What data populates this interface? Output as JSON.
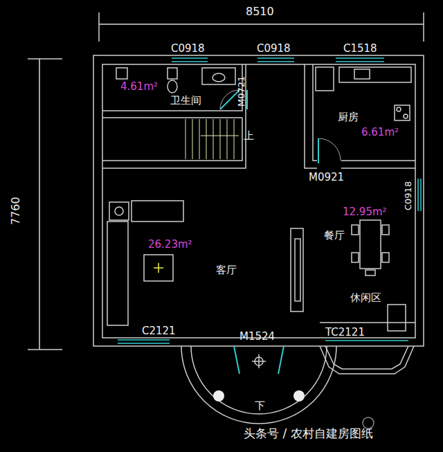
{
  "diagram": {
    "nodes": [
      {
        "text": [
          "4.61m²",
          "卫生间"
        ]
      },
      {
        "text": [
          "厨房",
          "6.61m²"
        ]
      }
    ],
    "labels": [
      "8510",
      "7760",
      "C0918",
      "C0918",
      "C1518",
      "M0721",
      "上",
      "M0921",
      "C0918",
      "26.23m²",
      "客厅",
      "12.95m²",
      "餐厅",
      "休闲区",
      "C2121",
      "M1524",
      "TC2121",
      "下",
      "头条号 / 农村自建房图纸"
    ]
  }
}
